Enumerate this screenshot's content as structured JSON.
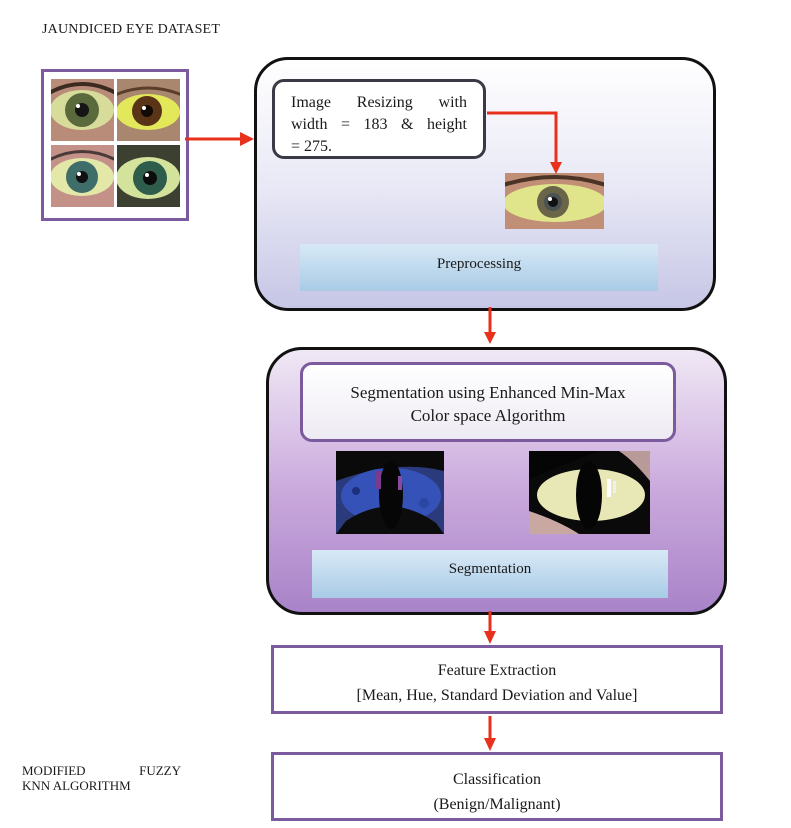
{
  "dataset": {
    "title": "JAUNDICED EYE DATASET"
  },
  "preprocessing": {
    "resize_line1_words": [
      "Image",
      "Resizing",
      "with"
    ],
    "resize_line2_words": [
      "width",
      "=",
      "183",
      "&",
      "height"
    ],
    "resize_line3": "= 275.",
    "stage_label": "Preprocessing"
  },
  "segmentation": {
    "title_line1": "Segmentation using Enhanced Min-Max",
    "title_line2": "Color space Algorithm",
    "stage_label": "Segmentation"
  },
  "feature_extraction": {
    "title": "Feature Extraction",
    "subtitle": "[Mean, Hue, Standard Deviation and Value]"
  },
  "classification": {
    "title": "Classification",
    "subtitle": "(Benign/Malignant)"
  },
  "algorithm": {
    "line1_words": [
      "MODIFIED",
      "FUZZY"
    ],
    "line2": "KNN ALGORITHM"
  },
  "colors": {
    "arrow": "#e8301c",
    "box_border": "#7b5a9e",
    "sclera_yellow": "#dfe78f"
  }
}
